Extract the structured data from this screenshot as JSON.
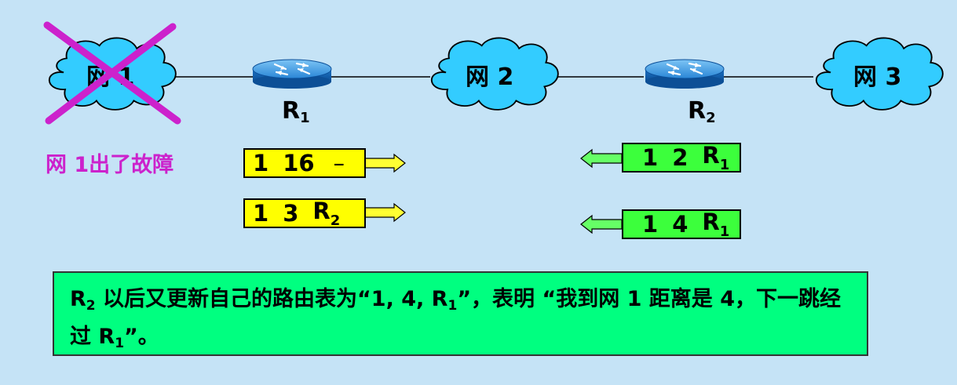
{
  "networks": [
    {
      "id": "net1",
      "label": "网 1",
      "failed": true
    },
    {
      "id": "net2",
      "label": "网 2",
      "failed": false
    },
    {
      "id": "net3",
      "label": "网 3",
      "failed": false
    }
  ],
  "routers": [
    {
      "id": "r1",
      "name": "R",
      "sub": "1"
    },
    {
      "id": "r2",
      "name": "R",
      "sub": "2"
    }
  ],
  "fault_note": "网 1出了故障",
  "route_updates": [
    {
      "from": "R1",
      "direction": "right",
      "net": "1",
      "distance": "16",
      "next_hop": "–",
      "next_hop_sub": ""
    },
    {
      "from": "R1",
      "direction": "right",
      "net": "1",
      "distance": "3",
      "next_hop": "R",
      "next_hop_sub": "2"
    },
    {
      "from": "R2",
      "direction": "left",
      "net": "1",
      "distance": "2",
      "next_hop": "R",
      "next_hop_sub": "1"
    },
    {
      "from": "R2",
      "direction": "left",
      "net": "1",
      "distance": "4",
      "next_hop": "R",
      "next_hop_sub": "1"
    }
  ],
  "explanation": {
    "p1": "R",
    "p1_sub": "2",
    "p2": " 以后又更新自己的路由表为“1, 4, R",
    "p2_sub": "1",
    "p3": "”，表明 “我到网 1 距离是 4，下一跳经过 R",
    "p3_sub": "1",
    "p4": "”。"
  },
  "colors": {
    "background": "#c5e3f6",
    "cloud": "#33ccff",
    "router": "#1a7bd0",
    "fail_mark": "#cc22cc",
    "box_yellow": "#ffff00",
    "box_green": "#3cff3c",
    "note_bg": "#00ff80"
  }
}
